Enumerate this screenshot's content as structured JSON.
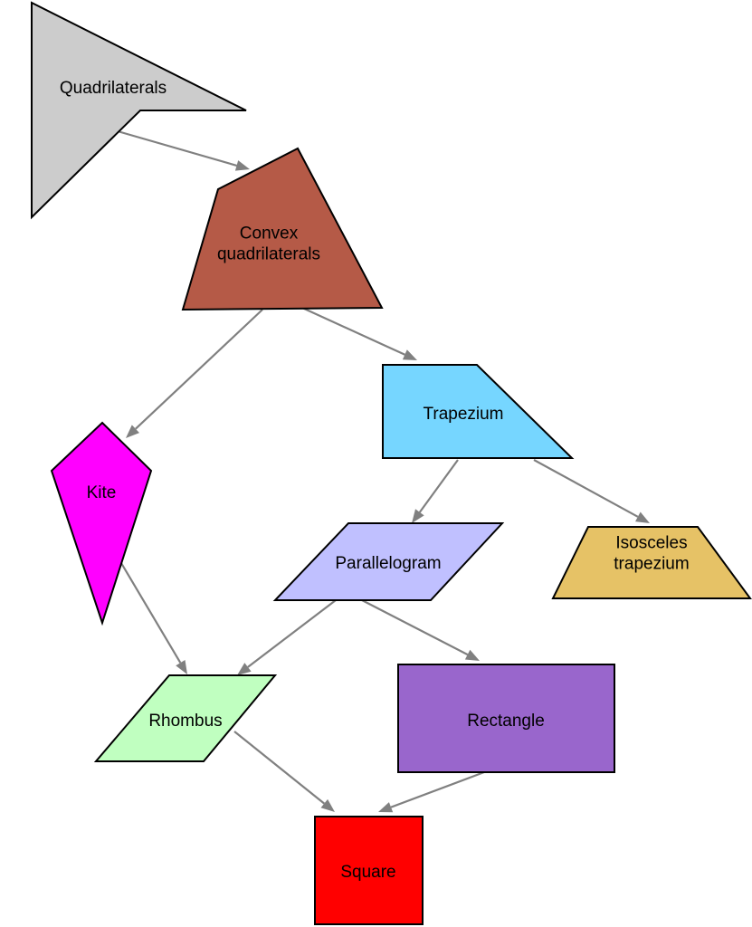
{
  "diagram": {
    "nodes": [
      {
        "id": "quadrilaterals",
        "lines": [
          "Quadrilaterals"
        ],
        "fill": "#cccccc"
      },
      {
        "id": "convex",
        "lines": [
          "Convex",
          "quadrilaterals"
        ],
        "fill": "#b55a47"
      },
      {
        "id": "trapezium",
        "lines": [
          "Trapezium"
        ],
        "fill": "#76d6ff"
      },
      {
        "id": "kite",
        "lines": [
          "Kite"
        ],
        "fill": "#ff00ff"
      },
      {
        "id": "parallelogram",
        "lines": [
          "Parallelogram"
        ],
        "fill": "#c0c0ff"
      },
      {
        "id": "isosceles",
        "lines": [
          "Isosceles",
          "trapezium"
        ],
        "fill": "#e6c266"
      },
      {
        "id": "rhombus",
        "lines": [
          "Rhombus"
        ],
        "fill": "#c0ffc0"
      },
      {
        "id": "rectangle",
        "lines": [
          "Rectangle"
        ],
        "fill": "#9966cc"
      },
      {
        "id": "square",
        "lines": [
          "Square"
        ],
        "fill": "#ff0000"
      }
    ],
    "edges": [
      {
        "from": "quadrilaterals",
        "to": "convex"
      },
      {
        "from": "convex",
        "to": "kite"
      },
      {
        "from": "convex",
        "to": "trapezium"
      },
      {
        "from": "trapezium",
        "to": "parallelogram"
      },
      {
        "from": "trapezium",
        "to": "isosceles"
      },
      {
        "from": "kite",
        "to": "rhombus"
      },
      {
        "from": "parallelogram",
        "to": "rhombus"
      },
      {
        "from": "parallelogram",
        "to": "rectangle"
      },
      {
        "from": "rhombus",
        "to": "square"
      },
      {
        "from": "rectangle",
        "to": "square"
      }
    ],
    "edge_color": "#808080"
  }
}
